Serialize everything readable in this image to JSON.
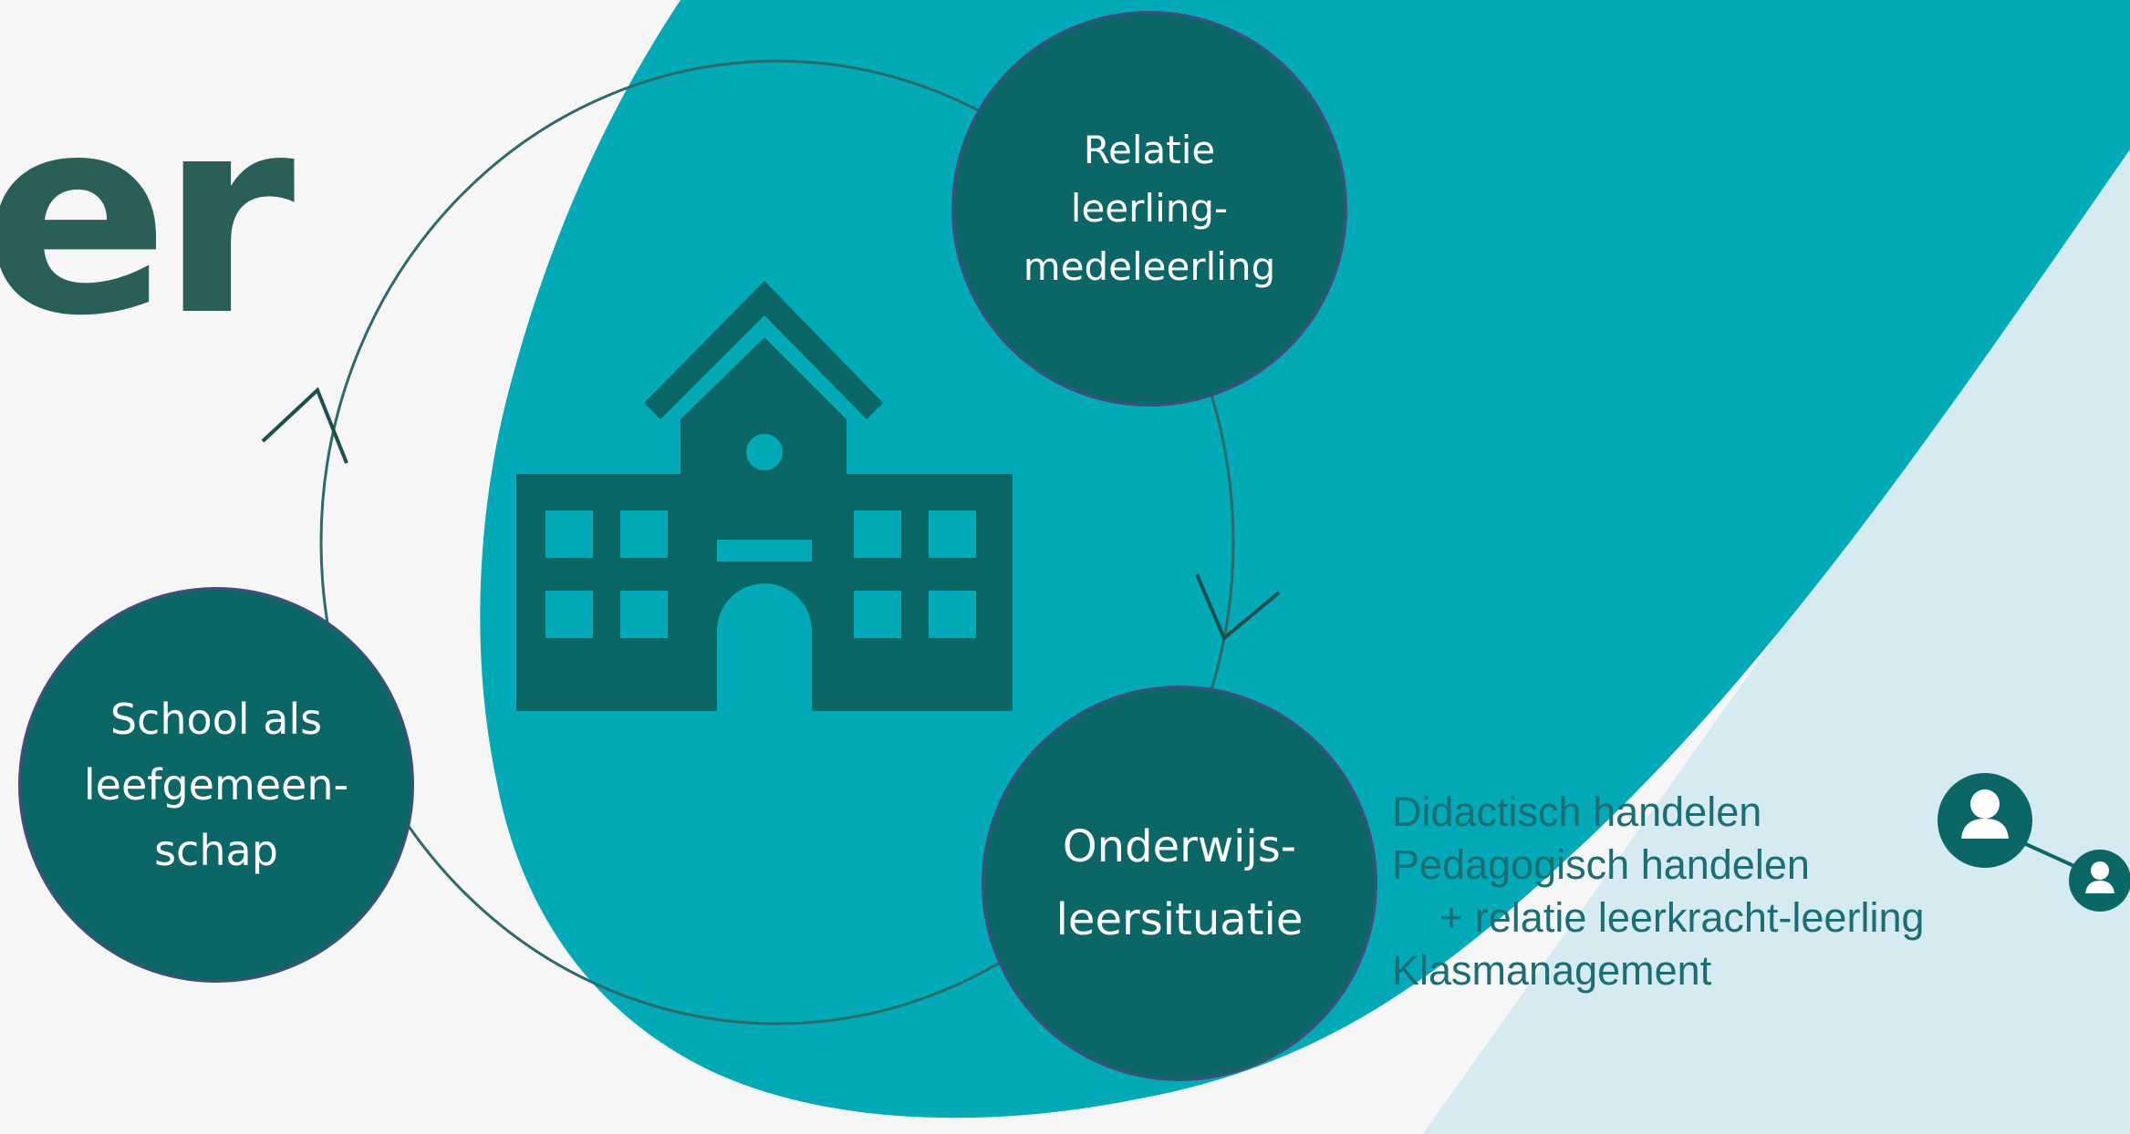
{
  "heading": {
    "text": "er"
  },
  "diagram": {
    "nodes": [
      {
        "id": "relatie",
        "label": "Relatie\nleerling-\nmedeleerling"
      },
      {
        "id": "school",
        "label": "School als\nleefgemeen-\nschap"
      },
      {
        "id": "onderwijs",
        "label": "Onderwijs-\nleersituatie"
      }
    ],
    "center_icon": "school-building-icon",
    "user_icons": [
      "user-icon",
      "user-icon"
    ]
  },
  "side_list": {
    "items": [
      "Didactisch handelen",
      "Pedagogisch handelen",
      "+ relatie leerkracht-leerling",
      "Klasmanagement"
    ]
  },
  "colors": {
    "background": "#f6f6f6",
    "teal_blob": "#02a9b6",
    "light_stripe": "#d6eaf1",
    "node_fill": "#0b6765",
    "heading": "#2a5e58",
    "side_text": "#1a6e74"
  }
}
